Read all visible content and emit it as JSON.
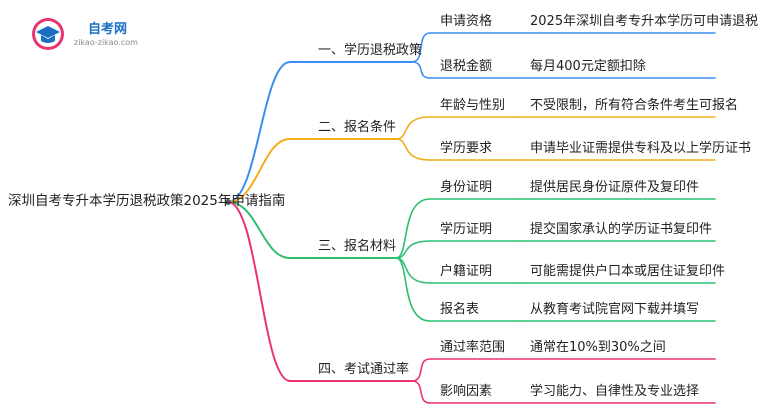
{
  "logo": {
    "title": "自考网",
    "subtitle": "zikao-zikao.com"
  },
  "root": "深圳自考专升本学历退税政策2025年申请指南",
  "colors": {
    "blue": "#3b8ef0",
    "orange": "#f2ad1c",
    "green": "#2fbf71",
    "pink": "#e8356e",
    "logo": "#1a6fc4"
  },
  "branches": [
    {
      "label": "一、学历退税政策",
      "color": "blue",
      "items": [
        {
          "key": "申请资格",
          "value": "2025年深圳自考专升本学历可申请退税"
        },
        {
          "key": "退税金额",
          "value": "每月400元定额扣除"
        }
      ]
    },
    {
      "label": "二、报名条件",
      "color": "orange",
      "items": [
        {
          "key": "年龄与性别",
          "value": "不受限制，所有符合条件考生可报名"
        },
        {
          "key": "学历要求",
          "value": "申请毕业证需提供专科及以上学历证书"
        }
      ]
    },
    {
      "label": "三、报名材料",
      "color": "green",
      "items": [
        {
          "key": "身份证明",
          "value": "提供居民身份证原件及复印件"
        },
        {
          "key": "学历证明",
          "value": "提交国家承认的学历证书复印件"
        },
        {
          "key": "户籍证明",
          "value": "可能需提供户口本或居住证复印件"
        },
        {
          "key": "报名表",
          "value": "从教育考试院官网下载并填写"
        }
      ]
    },
    {
      "label": "四、考试通过率",
      "color": "pink",
      "items": [
        {
          "key": "通过率范围",
          "value": "通常在10%到30%之间"
        },
        {
          "key": "影响因素",
          "value": "学习能力、自律性及专业选择"
        }
      ]
    }
  ]
}
